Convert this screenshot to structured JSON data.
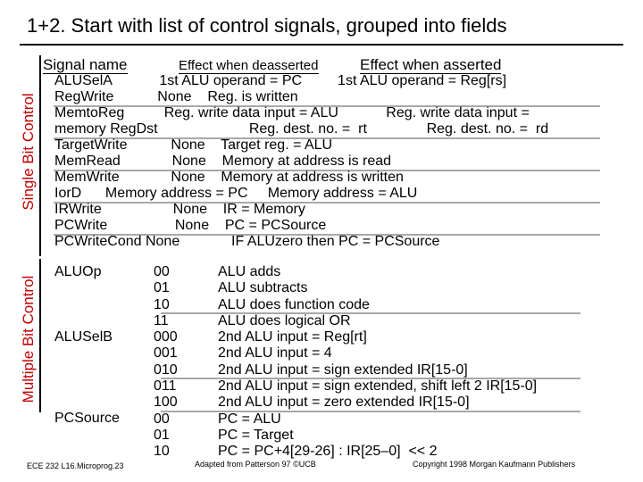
{
  "title": "1+2. Start with list of control signals, grouped into fields",
  "side_labels": {
    "single": "Single Bit Control",
    "multiple": "Multiple Bit Control"
  },
  "headers": {
    "signal_name": "Signal name",
    "deasserted": "Effect when deasserted",
    "asserted": "Effect when asserted"
  },
  "single_lines": [
    "ALUSelA            1st ALU operand = PC         1st ALU operand = Reg[rs]",
    "RegWrite           None    Reg. is written",
    "MemtoReg          Reg. write data input = ALU            Reg. write data input =",
    "memory RegDst                       Reg. dest. no. =  rt               Reg. dest. no. =  rd",
    "TargetWrite           None    Target reg. = ALU",
    "MemRead             None    Memory at address is read",
    "MemWrite             None    Memory at address is written",
    "IorD      Memory address = PC     Memory address = ALU",
    "IRWrite                  None    IR = Memory",
    "PCWrite                 None    PC = PCSource",
    "PCWriteCond None             IF ALUzero then PC = PCSource"
  ],
  "multi": {
    "fields": [
      "ALUOp",
      "ALUSelB",
      "PCSource"
    ],
    "codes": [
      "00",
      "01",
      "10",
      "11",
      "000",
      "001",
      "010",
      "011",
      "100",
      "00",
      "01",
      "10"
    ],
    "effects": [
      "ALU adds",
      "ALU subtracts",
      "ALU does function code",
      "ALU does logical OR",
      "2nd ALU input = Reg[rt]",
      "2nd ALU input = 4",
      "2nd ALU input = sign extended IR[15-0]",
      "2nd ALU input = sign extended, shift left 2 IR[15-0]",
      "2nd ALU input = zero extended IR[15-0]",
      "PC = ALU",
      "PC = Target",
      "PC = PC+4[29-26] : IR[25–0]  << 2"
    ]
  },
  "footer": {
    "left": "ECE 232  L16.Microprog.23",
    "center": "Adapted from Patterson 97 ©UCB",
    "right": "Copyright 1998 Morgan Kaufmann Publishers"
  },
  "colors": {
    "side_label": "#c00000",
    "stripe": "#a8a8a8"
  }
}
